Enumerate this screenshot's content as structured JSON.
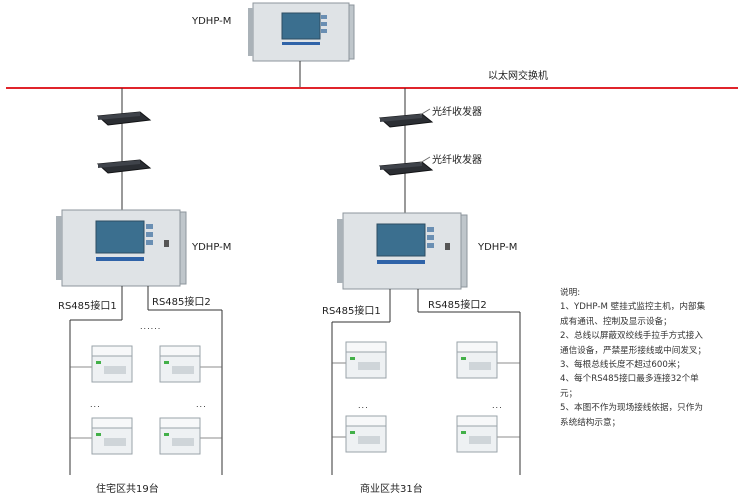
{
  "top_host": {
    "label": "YDHP-M"
  },
  "ethernet": {
    "label": "以太网交换机"
  },
  "fiber_labels": [
    "光纤收发器",
    "光纤收发器"
  ],
  "left_group": {
    "host_label": "YDHP-M",
    "port1": "RS485接口1",
    "port2": "RS485接口2",
    "dots_top": "......",
    "dots_left": "...",
    "dots_right": "...",
    "footer": "住宅区共19台"
  },
  "right_group": {
    "host_label": "YDHP-M",
    "port1": "RS485接口1",
    "port2": "RS485接口2",
    "dots_left": "...",
    "dots_right": "...",
    "footer": "商业区共31台"
  },
  "notes": {
    "title": "说明:",
    "lines": [
      "1、YDHP-M 壁挂式监控主机，内部集",
      "成有通讯、控制及显示设备；",
      "2、总线以屏蔽双绞线手拉手方式接入",
      "通信设备，严禁星形接线或中间发叉；",
      "3、每根总线长度不超过600米；",
      "4、每个RS485接口最多连接32个单",
      "元；",
      "5、本图不作为现场接线依据，只作为",
      "系统结构示意；"
    ]
  },
  "colors": {
    "ethernet_line": "#e0242b",
    "cabinet": "#dfe3e6",
    "screen": "#3b6f8f",
    "meter_indicator": "#43b049"
  }
}
